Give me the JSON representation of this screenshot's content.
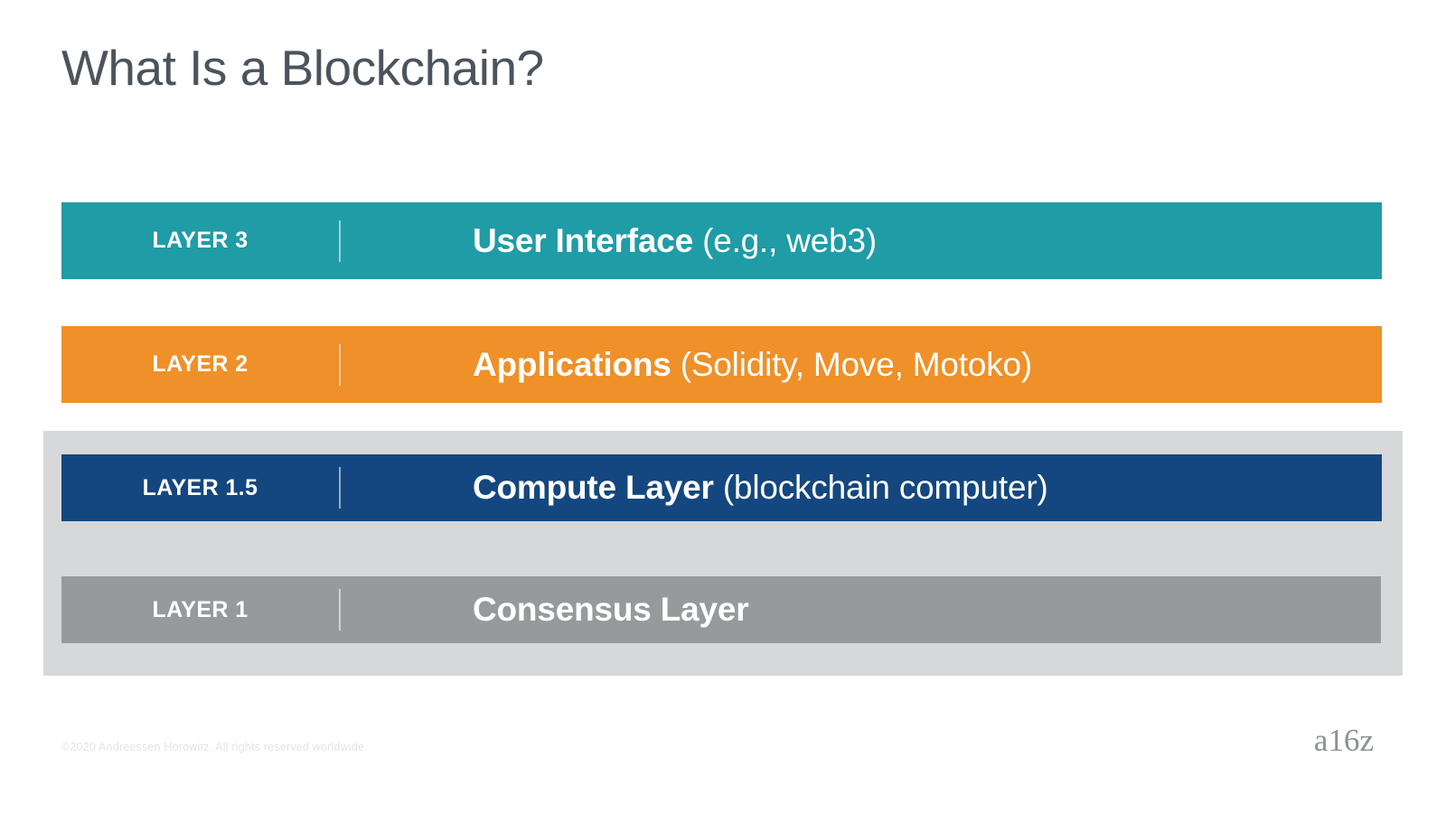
{
  "slide": {
    "title": "What Is a Blockchain?",
    "background_color": "#ffffff",
    "title_color": "#4b545c"
  },
  "group_box": {
    "color": "#d7d8da"
  },
  "layers": [
    {
      "tag": "LAYER 3",
      "name": "User Interface",
      "detail": " (e.g., web3)",
      "color": "#209ca6"
    },
    {
      "tag": "LAYER 2",
      "name": "Applications",
      "detail": " (Solidity, Move, Motoko)",
      "color": "#ef9028"
    },
    {
      "tag": "LAYER 1.5",
      "name": "Compute Layer",
      "detail": " (blockchain computer)",
      "color": "#14477f"
    },
    {
      "tag": "LAYER 1",
      "name": "Consensus Layer",
      "detail": "",
      "color": "#969a9d"
    }
  ],
  "footer": {
    "copyright": "©2020 Andreessen Horowitz. All rights reserved worldwide.",
    "logo": "a16z"
  }
}
